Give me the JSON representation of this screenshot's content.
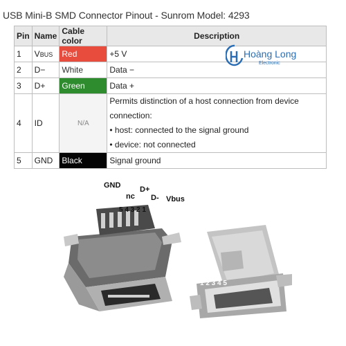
{
  "title": "USB Mini-B SMD Connector Pinout - Sunrom Model: 4293",
  "table": {
    "headers": [
      "Pin",
      "Name",
      "Cable color",
      "Description"
    ],
    "rows": [
      {
        "pin": "1",
        "name_main": "V",
        "name_sub": "BUS",
        "color": "Red",
        "description": "+5 V"
      },
      {
        "pin": "2",
        "name": "D−",
        "color": "White",
        "description": "Data −"
      },
      {
        "pin": "3",
        "name": "D+",
        "color": "Green",
        "description": "Data +"
      },
      {
        "pin": "4",
        "name": "ID",
        "color": "N/A",
        "description_lines": [
          "Permits distinction of a host connection from device connection:",
          "• host: connected to the signal ground",
          "• device: not connected"
        ]
      },
      {
        "pin": "5",
        "name": "GND",
        "color": "Black",
        "description": "Signal ground"
      }
    ]
  },
  "logo": {
    "name": "Hoàng Long",
    "sub": "Electronic"
  },
  "photo_labels": {
    "gnd": "GND",
    "nc": "nc",
    "dplus": "D+",
    "dminus": "D-",
    "vbus": "Vbus",
    "pins_left": "5 4 3 2 1",
    "pins_right": "1 2 3 4 5"
  },
  "colors": {
    "red": "#e84c3d",
    "green": "#2e8b2e",
    "black": "#050505",
    "logo_blue": "#2a6db3"
  }
}
